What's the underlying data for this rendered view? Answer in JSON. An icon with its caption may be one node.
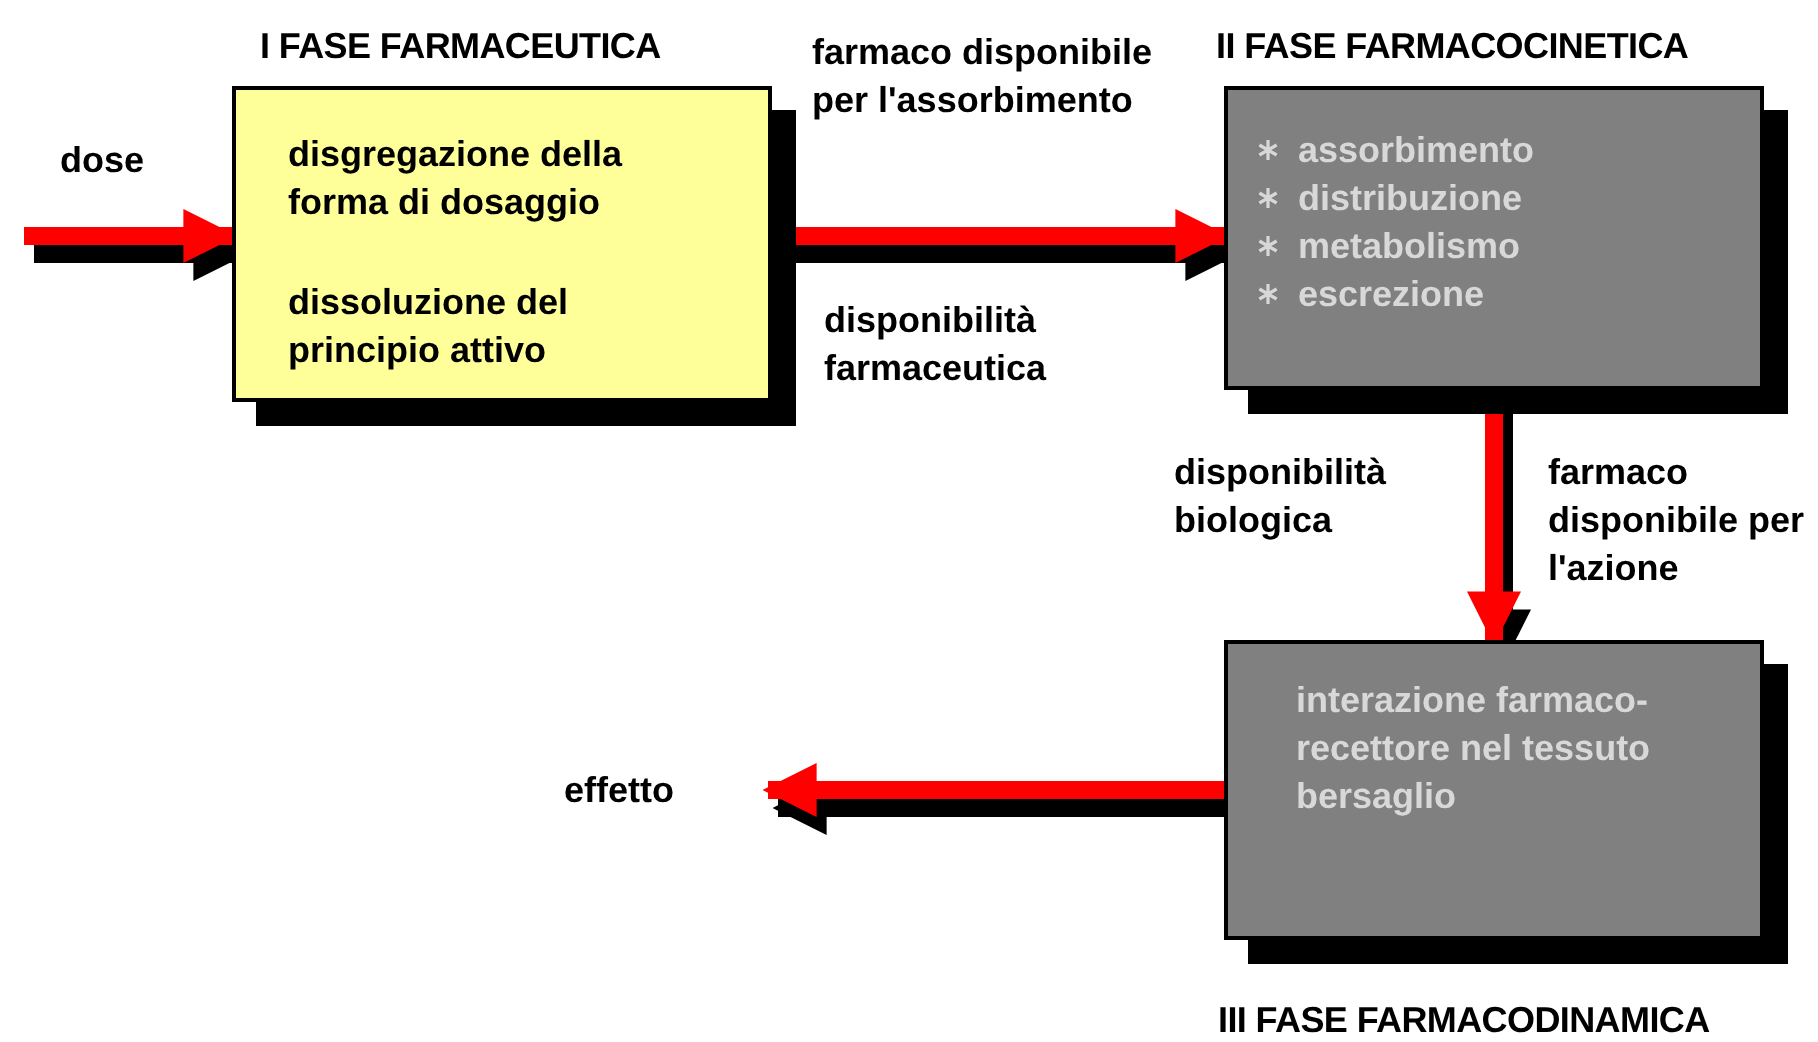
{
  "diagram": {
    "nodes": [
      {
        "text": [
          "I FASE FARMACEUTICA",
          "disgregazione della forma di dosaggio",
          "dissoluzione del principio attivo"
        ]
      },
      {
        "text": [
          "II FASE FARMACOCINETICA",
          "assorbimento",
          "distribuzione",
          "metabolismo",
          "escrezione"
        ]
      },
      {
        "text": [
          "interazione farmaco-recettore nel tessuto bersaglio",
          "III FASE FARMACODINAMICA"
        ]
      },
      {
        "text": [
          "effetto"
        ]
      }
    ],
    "edges": [
      {
        "from": null,
        "to": 0,
        "arrow": "to",
        "label": "dose"
      },
      {
        "from": 0,
        "to": 1,
        "arrow": "to",
        "label": "farmaco disponibile per l'assorbimento"
      },
      {
        "from": 1,
        "to": 2,
        "arrow": "to",
        "label": "farmaco disponibile per l'azione"
      },
      {
        "from": 2,
        "to": 3,
        "arrow": "to"
      }
    ],
    "labels": [
      "disponibilità farmaceutica",
      "disponibilità biologica"
    ]
  }
}
